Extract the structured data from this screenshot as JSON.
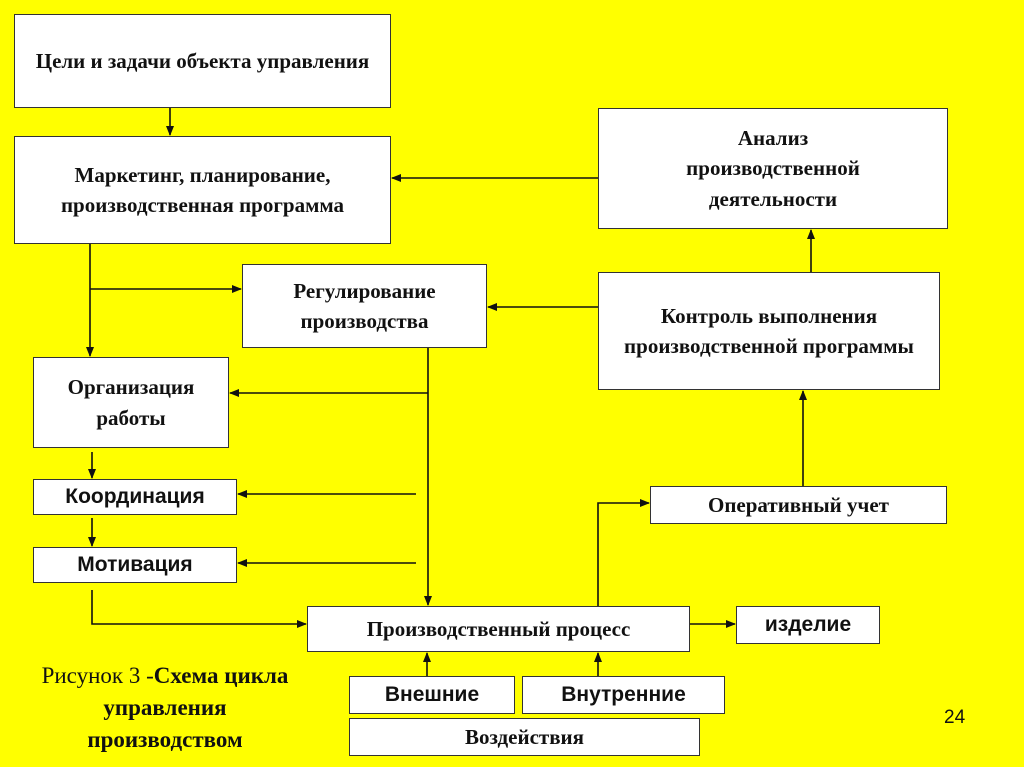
{
  "boxes": {
    "goals": "Цели и задачи объекта управления",
    "marketing": "Маркетинг, планирование, производственная программа",
    "analysis": "Анализ производственной деятельности",
    "regulation": "Регулирование производства",
    "control": "Контроль выполнения производственной программы",
    "organization": "Организация работы",
    "coordination": "Координация",
    "motivation": "Мотивация",
    "accounting": "Оперативный учет",
    "process": "Производственный процесс",
    "product": "изделие",
    "external": "Внешние",
    "internal": "Внутренние",
    "influences": "Воздействия"
  },
  "caption": {
    "prefix": "Рисунок 3 -",
    "title": "Схема цикла управления производством"
  },
  "page_number": "24"
}
